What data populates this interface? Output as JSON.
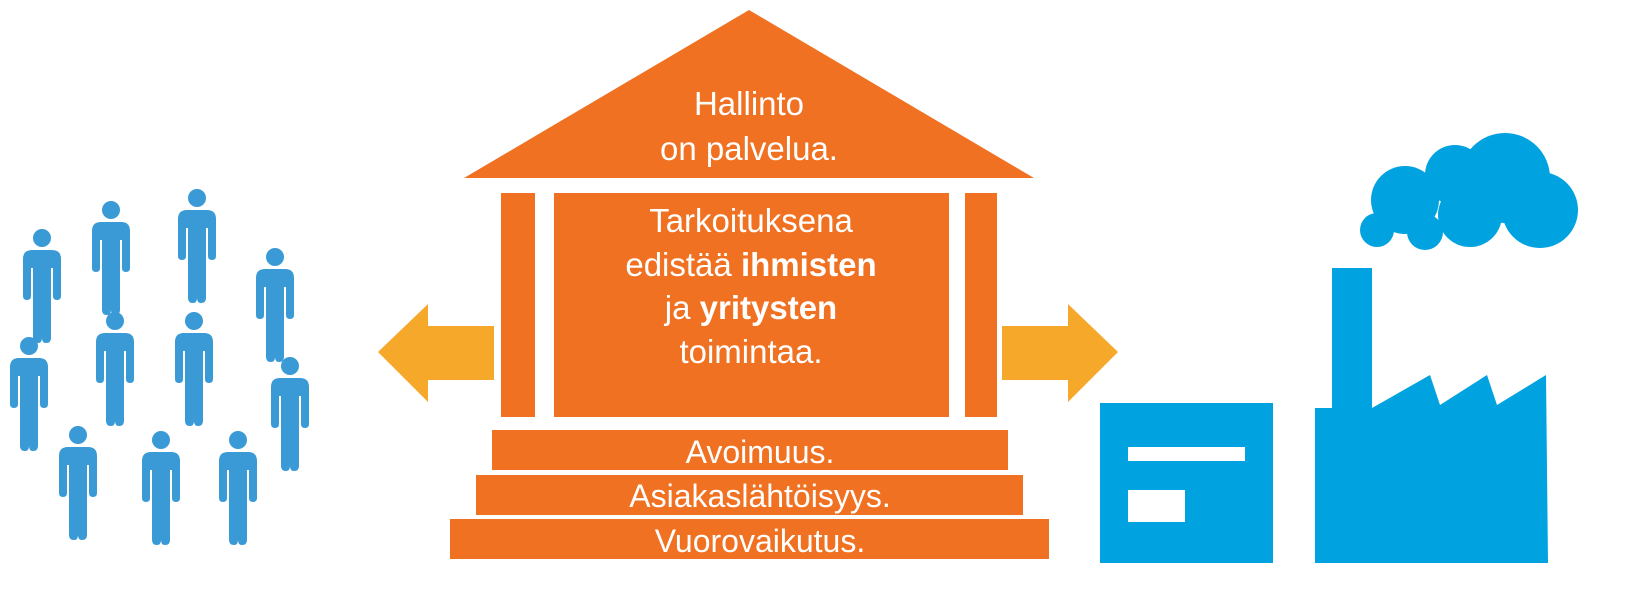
{
  "roof": {
    "line1": "Hallinto",
    "line2": "on palvelua."
  },
  "body": {
    "line1": "Tarkoituksena",
    "line2_plain": "edistää ",
    "line2_bold": "ihmisten",
    "line3_plain": "ja ",
    "line3_bold": "yritysten",
    "line4": "toimintaa."
  },
  "steps": [
    "Avoimuus.",
    "Asiakaslähtöisyys.",
    "Vuorovaikutus."
  ],
  "icons": {
    "left_group": "people-group-icon",
    "arrow_left": "arrow-left-icon",
    "arrow_right": "arrow-right-icon",
    "shop": "shop-icon",
    "factory": "factory-icon",
    "cloud": "smoke-cloud-icon"
  },
  "colors": {
    "orange": "#F07122",
    "arrow": "#F5A82A",
    "person": "#3A9AD5",
    "building": "#00A3E0",
    "text": "#FFFFFF"
  }
}
